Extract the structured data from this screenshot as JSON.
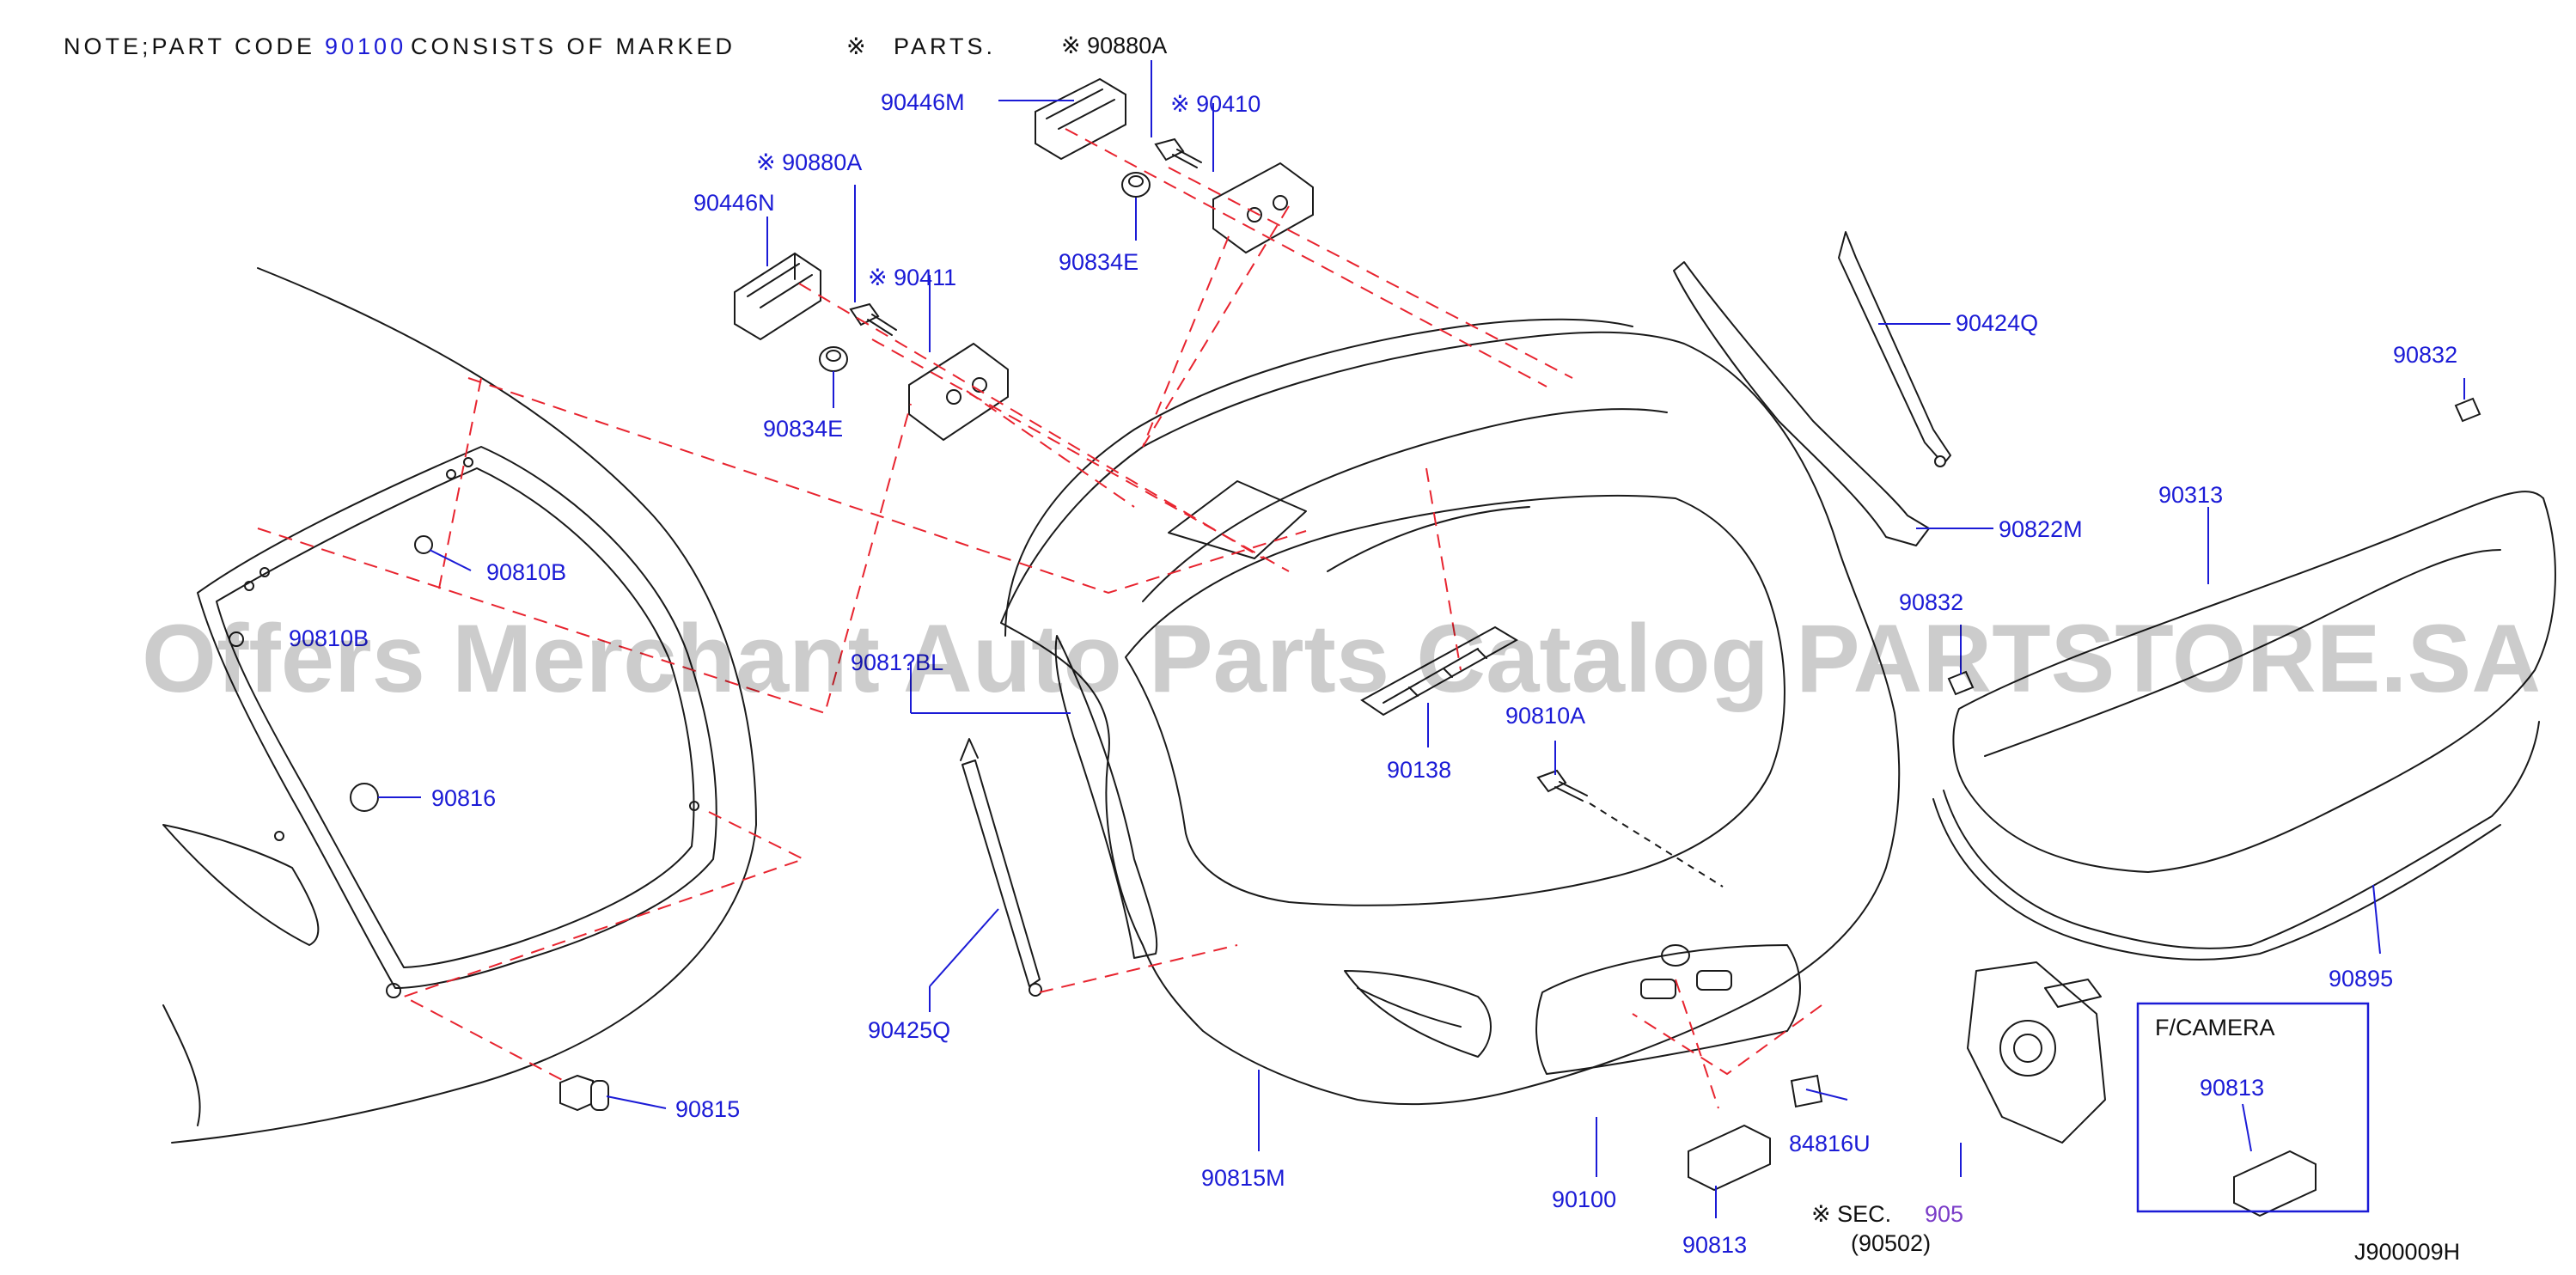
{
  "note": {
    "prefix": "NOTE;PART CODE",
    "code": "90100",
    "suffix": "CONSISTS OF MARKED",
    "mark": "※",
    "parts_word": "PARTS."
  },
  "watermark": "Offers Merchant Auto Parts Catalog PARTSTORE.SA",
  "labels": {
    "p90880a_top": "※ 90880A",
    "p90446m": "90446M",
    "p90410": "※ 90410",
    "p90834e_top": "90834E",
    "p90880a_left": "※ 90880A",
    "p90446n": "90446N",
    "p90411": "※ 90411",
    "p90834e_left": "90834E",
    "p90424q": "90424Q",
    "p90832_top": "90832",
    "p90810b_upper": "90810B",
    "p90810b_lower": "90810B",
    "p90822m": "90822M",
    "p90313": "90313",
    "p90832_mid": "90832",
    "p9081x": "9081?BL",
    "p90816": "90816",
    "p90810a": "90810A",
    "p90138": "90138",
    "p90425q": "90425Q",
    "p90895": "90895",
    "p90815": "90815",
    "p90815m": "90815M",
    "p90100": "90100",
    "p84816u": "84816U",
    "p90813_bottom": "90813",
    "sec_mark": "※ SEC.",
    "sec_num": "905",
    "sec_sub": "(90502)",
    "fcamera_title": "F/CAMERA",
    "p90813_camera": "90813",
    "diagram_id": "J900009H"
  },
  "colors": {
    "label": "#1b1bd6",
    "dashed_lines": "#e8242f",
    "lines": "#1a1a1a",
    "sec_num": "#7a3cc8"
  }
}
